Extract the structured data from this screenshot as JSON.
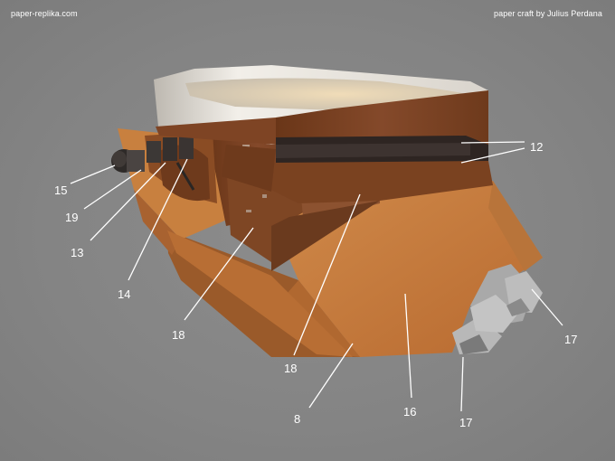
{
  "credits": {
    "site": "paper-replika.com",
    "author": "paper craft by Julius Perdana"
  },
  "part_labels": {
    "p12": "12",
    "p15": "15",
    "p19": "19",
    "p13": "13",
    "p14": "14",
    "p18a": "18",
    "p18b": "18",
    "p8": "8",
    "p16": "16",
    "p17a": "17",
    "p17b": "17"
  },
  "colors": {
    "background": "#858585",
    "orange_body": "#c47a3c",
    "brown_band": "#7a4220",
    "dark_band": "#2e2522",
    "white_rim": "#e6e2dc",
    "grey_nozzle": "#b5b5b5"
  }
}
